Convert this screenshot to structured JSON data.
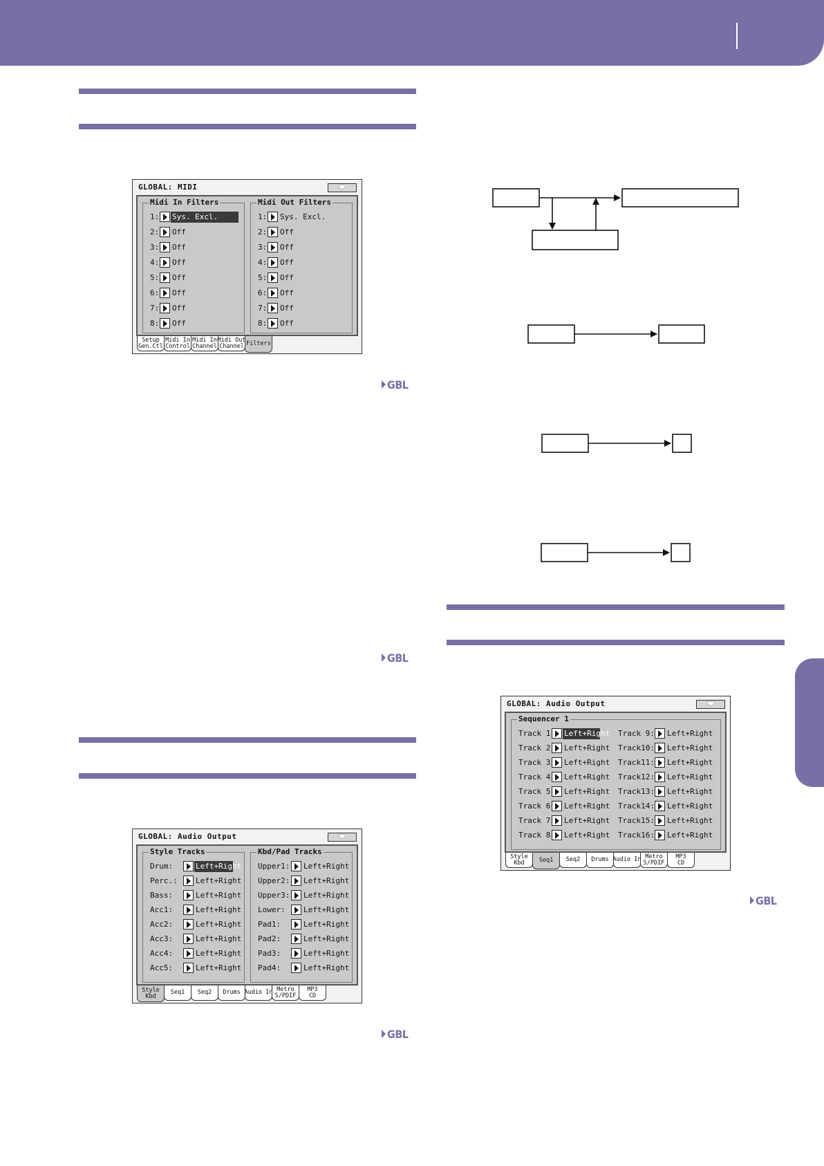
{
  "header": {
    "accent": "#7670a4"
  },
  "section_link": "GBL",
  "midi_screen": {
    "title": "GLOBAL: MIDI",
    "in_group": "Midi In Filters",
    "out_group": "Midi Out Filters",
    "in_rows": [
      {
        "num": "1:",
        "value": "Sys. Excl.",
        "selected": true
      },
      {
        "num": "2:",
        "value": "Off"
      },
      {
        "num": "3:",
        "value": "Off"
      },
      {
        "num": "4:",
        "value": "Off"
      },
      {
        "num": "5:",
        "value": "Off"
      },
      {
        "num": "6:",
        "value": "Off"
      },
      {
        "num": "7:",
        "value": "Off"
      },
      {
        "num": "8:",
        "value": "Off"
      }
    ],
    "out_rows": [
      {
        "num": "1:",
        "value": "Sys. Excl."
      },
      {
        "num": "2:",
        "value": "Off"
      },
      {
        "num": "3:",
        "value": "Off"
      },
      {
        "num": "4:",
        "value": "Off"
      },
      {
        "num": "5:",
        "value": "Off"
      },
      {
        "num": "6:",
        "value": "Off"
      },
      {
        "num": "7:",
        "value": "Off"
      },
      {
        "num": "8:",
        "value": "Off"
      }
    ],
    "tabs": [
      "Setup\nGen.Ctl",
      "Midi In\nControl",
      "Midi In\nChannel",
      "Midi Out\nChannel",
      "Filters"
    ],
    "active_tab": 4
  },
  "audio_screen_style": {
    "title": "GLOBAL: Audio Output",
    "left_group": "Style Tracks",
    "right_group": "Kbd/Pad Tracks",
    "left_rows": [
      {
        "num": "Drum:",
        "value": "Left+Right",
        "selected": true
      },
      {
        "num": "Perc.:",
        "value": "Left+Right"
      },
      {
        "num": "Bass:",
        "value": "Left+Right"
      },
      {
        "num": "Acc1:",
        "value": "Left+Right"
      },
      {
        "num": "Acc2:",
        "value": "Left+Right"
      },
      {
        "num": "Acc3:",
        "value": "Left+Right"
      },
      {
        "num": "Acc4:",
        "value": "Left+Right"
      },
      {
        "num": "Acc5:",
        "value": "Left+Right"
      }
    ],
    "right_rows": [
      {
        "num": "Upper1:",
        "value": "Left+Right"
      },
      {
        "num": "Upper2:",
        "value": "Left+Right"
      },
      {
        "num": "Upper3:",
        "value": "Left+Right"
      },
      {
        "num": "Lower:",
        "value": "Left+Right"
      },
      {
        "num": "Pad1:",
        "value": "Left+Right"
      },
      {
        "num": "Pad2:",
        "value": "Left+Right"
      },
      {
        "num": "Pad3:",
        "value": "Left+Right"
      },
      {
        "num": "Pad4:",
        "value": "Left+Right"
      }
    ],
    "tabs": [
      "Style\nKbd",
      "Seq1",
      "Seq2",
      "Drums",
      "Audio In",
      "Metro\nS/PDIF",
      "MP3\nCD"
    ],
    "active_tab": 0
  },
  "audio_screen_seq": {
    "title": "GLOBAL: Audio Output",
    "group": "Sequencer 1",
    "left_rows": [
      {
        "num": "Track 1:",
        "value": "Left+Right",
        "selected": true
      },
      {
        "num": "Track 2:",
        "value": "Left+Right"
      },
      {
        "num": "Track 3:",
        "value": "Left+Right"
      },
      {
        "num": "Track 4:",
        "value": "Left+Right"
      },
      {
        "num": "Track 5:",
        "value": "Left+Right"
      },
      {
        "num": "Track 6:",
        "value": "Left+Right"
      },
      {
        "num": "Track 7:",
        "value": "Left+Right"
      },
      {
        "num": "Track 8:",
        "value": "Left+Right"
      }
    ],
    "right_rows": [
      {
        "num": "Track 9:",
        "value": "Left+Right"
      },
      {
        "num": "Track10:",
        "value": "Left+Right"
      },
      {
        "num": "Track11:",
        "value": "Left+Right"
      },
      {
        "num": "Track12:",
        "value": "Left+Right"
      },
      {
        "num": "Track13:",
        "value": "Left+Right"
      },
      {
        "num": "Track14:",
        "value": "Left+Right"
      },
      {
        "num": "Track15:",
        "value": "Left+Right"
      },
      {
        "num": "Track16:",
        "value": "Left+Right"
      }
    ],
    "tabs": [
      "Style\nKbd",
      "Seq1",
      "Seq2",
      "Drums",
      "Audio In",
      "Metro\nS/PDIF",
      "MP3\nCD"
    ],
    "active_tab": 1
  }
}
